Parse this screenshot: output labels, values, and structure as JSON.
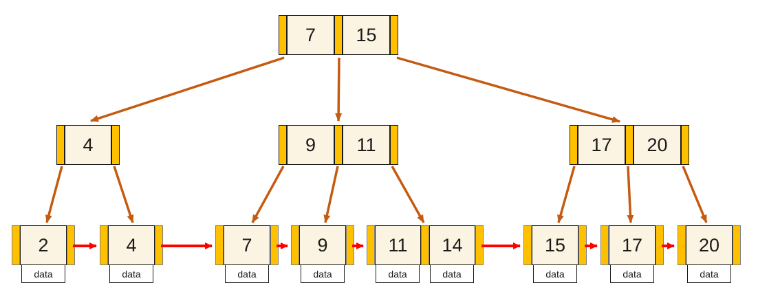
{
  "diagram": {
    "kind": "b-plus-tree",
    "levels": 3,
    "leaf_record_label": "data"
  },
  "tree": {
    "root": {
      "keys": [
        "7",
        "15"
      ]
    },
    "internal": [
      {
        "keys": [
          "4"
        ]
      },
      {
        "keys": [
          "9",
          "11"
        ]
      },
      {
        "keys": [
          "17",
          "20"
        ]
      }
    ],
    "leaves": [
      {
        "keys": [
          "2"
        ],
        "data": [
          "data"
        ]
      },
      {
        "keys": [
          "4"
        ],
        "data": [
          "data"
        ]
      },
      {
        "keys": [
          "7"
        ],
        "data": [
          "data"
        ]
      },
      {
        "keys": [
          "9"
        ],
        "data": [
          "data"
        ]
      },
      {
        "keys": [
          "11",
          "14"
        ],
        "data": [
          "data",
          "data"
        ]
      },
      {
        "keys": [
          "15"
        ],
        "data": [
          "data"
        ]
      },
      {
        "keys": [
          "17"
        ],
        "data": [
          "data"
        ]
      },
      {
        "keys": [
          "20"
        ],
        "data": [
          "data"
        ]
      }
    ]
  },
  "colors": {
    "pointer_slot": "#FFC000",
    "key_cell": "#FCF4E2",
    "node_border": "#1a1a1a",
    "leaf_slot_border": "#808080",
    "tree_edge": "#C55A11",
    "leaf_link": "#FF0000",
    "data_box_bg": "#FFFFFF",
    "text": "#1a1a1a"
  }
}
